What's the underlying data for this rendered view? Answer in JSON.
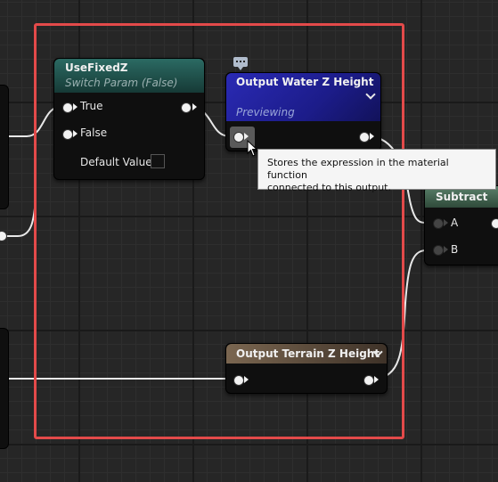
{
  "nodes": {
    "switch_node": {
      "title": "UseFixedZ",
      "subtitle": "Switch Param (False)",
      "inputs": [
        "True",
        "False"
      ],
      "default_label": "Default Value"
    },
    "output_water": {
      "title": "Output Water Z Height",
      "status": "Previewing"
    },
    "output_terrain": {
      "title": "Output Terrain Z Height"
    },
    "subtract": {
      "title": "Subtract",
      "inputs": [
        "A",
        "B"
      ]
    }
  },
  "tooltip": {
    "line1": "Stores the expression in the material function",
    "line2": "connected to this output."
  },
  "colors": {
    "selection": "#e34a4a",
    "switch_header": "#1e4f4a",
    "output_water_header": "#2a2aa8",
    "output_terrain_header": "#6e5a46",
    "subtract_header": "#4a6a55"
  },
  "icons": [
    "comment-bubble-icon",
    "chevron-down-icon",
    "mouse-cursor-icon"
  ]
}
